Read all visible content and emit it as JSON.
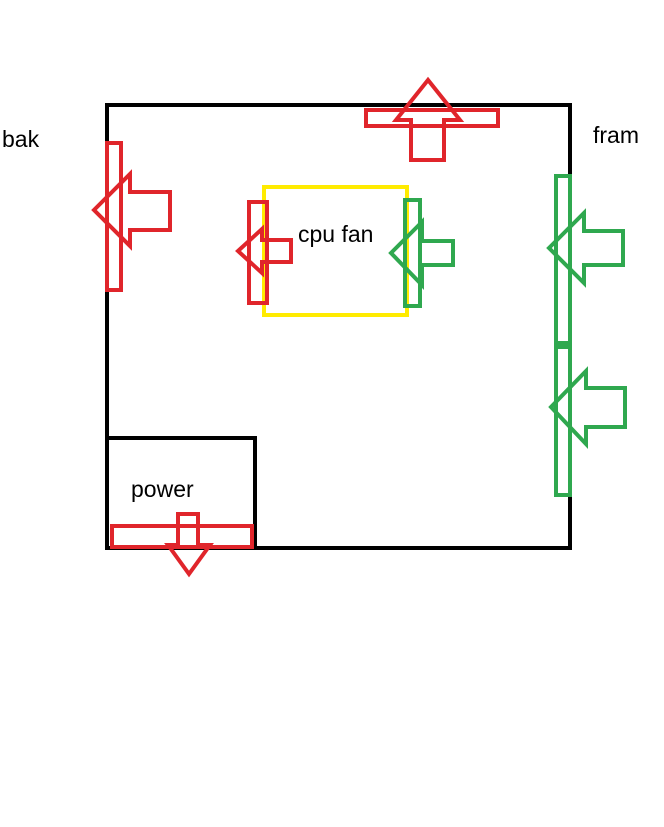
{
  "labels": {
    "back": "bak",
    "front": "fram",
    "cpu": "cpu fan",
    "power": "power"
  },
  "colors": {
    "case_outline": "#000000",
    "cpu_fan_outline": "#ffeb00",
    "exhaust": "#e0252b",
    "intake": "#2fa84f",
    "background": "#ffffff"
  }
}
